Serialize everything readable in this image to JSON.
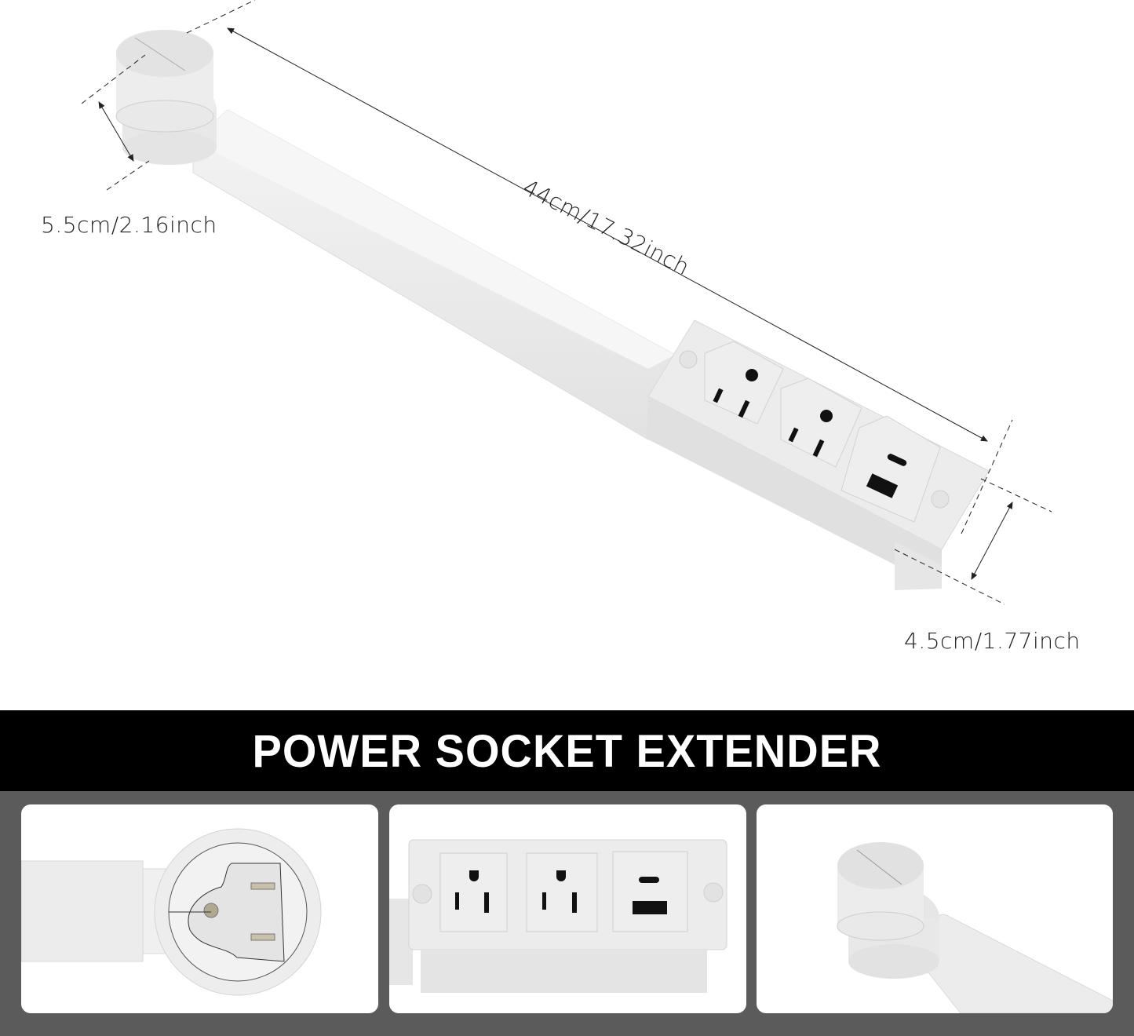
{
  "hero": {
    "product": "white desk power socket extender arm",
    "dimensions": {
      "length": "44cm/17.32inch",
      "width": "5.5cm/2.16inch",
      "height": "4.5cm/1.77inch"
    },
    "outlets": [
      {
        "type": "ac-outlet-3-prong"
      },
      {
        "type": "ac-outlet-3-prong"
      },
      {
        "type": "usb-module",
        "ports": [
          "usb-c",
          "usb-a"
        ]
      }
    ]
  },
  "banner": {
    "title": "POWER SOCKET EXTENDER"
  },
  "gallery": {
    "thumbnails": [
      {
        "subject": "rotating plug head detail"
      },
      {
        "subject": "outlet panel with 2 AC and USB-C / USB-A"
      },
      {
        "subject": "cylindrical swivel base"
      }
    ]
  },
  "colors": {
    "banner_bg": "#000000",
    "banner_text": "#ffffff",
    "gallery_bg": "#5b5b5b",
    "product_white": "#ececec"
  }
}
